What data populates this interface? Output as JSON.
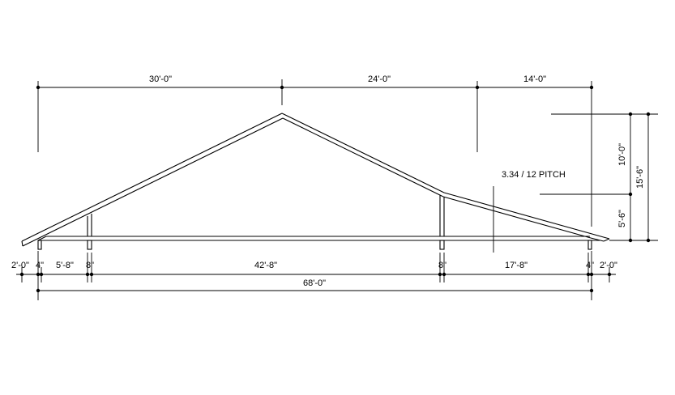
{
  "drawing": {
    "top_dimensions": [
      "30'-0\"",
      "24'-0\"",
      "14'-0\""
    ],
    "vertical_dimensions": [
      "10'-0\"",
      "15'-6\"",
      "5'-6\""
    ],
    "pitch_note": "3.34 / 12 PITCH",
    "bottom_dimensions": [
      "2'-0\"",
      "4\"",
      "5'-8\"",
      "8\"",
      "42'-8\"",
      "8\"",
      "17'-8\"",
      "4\"",
      "2'-0\""
    ],
    "overall_dimension": "68'-0\""
  }
}
